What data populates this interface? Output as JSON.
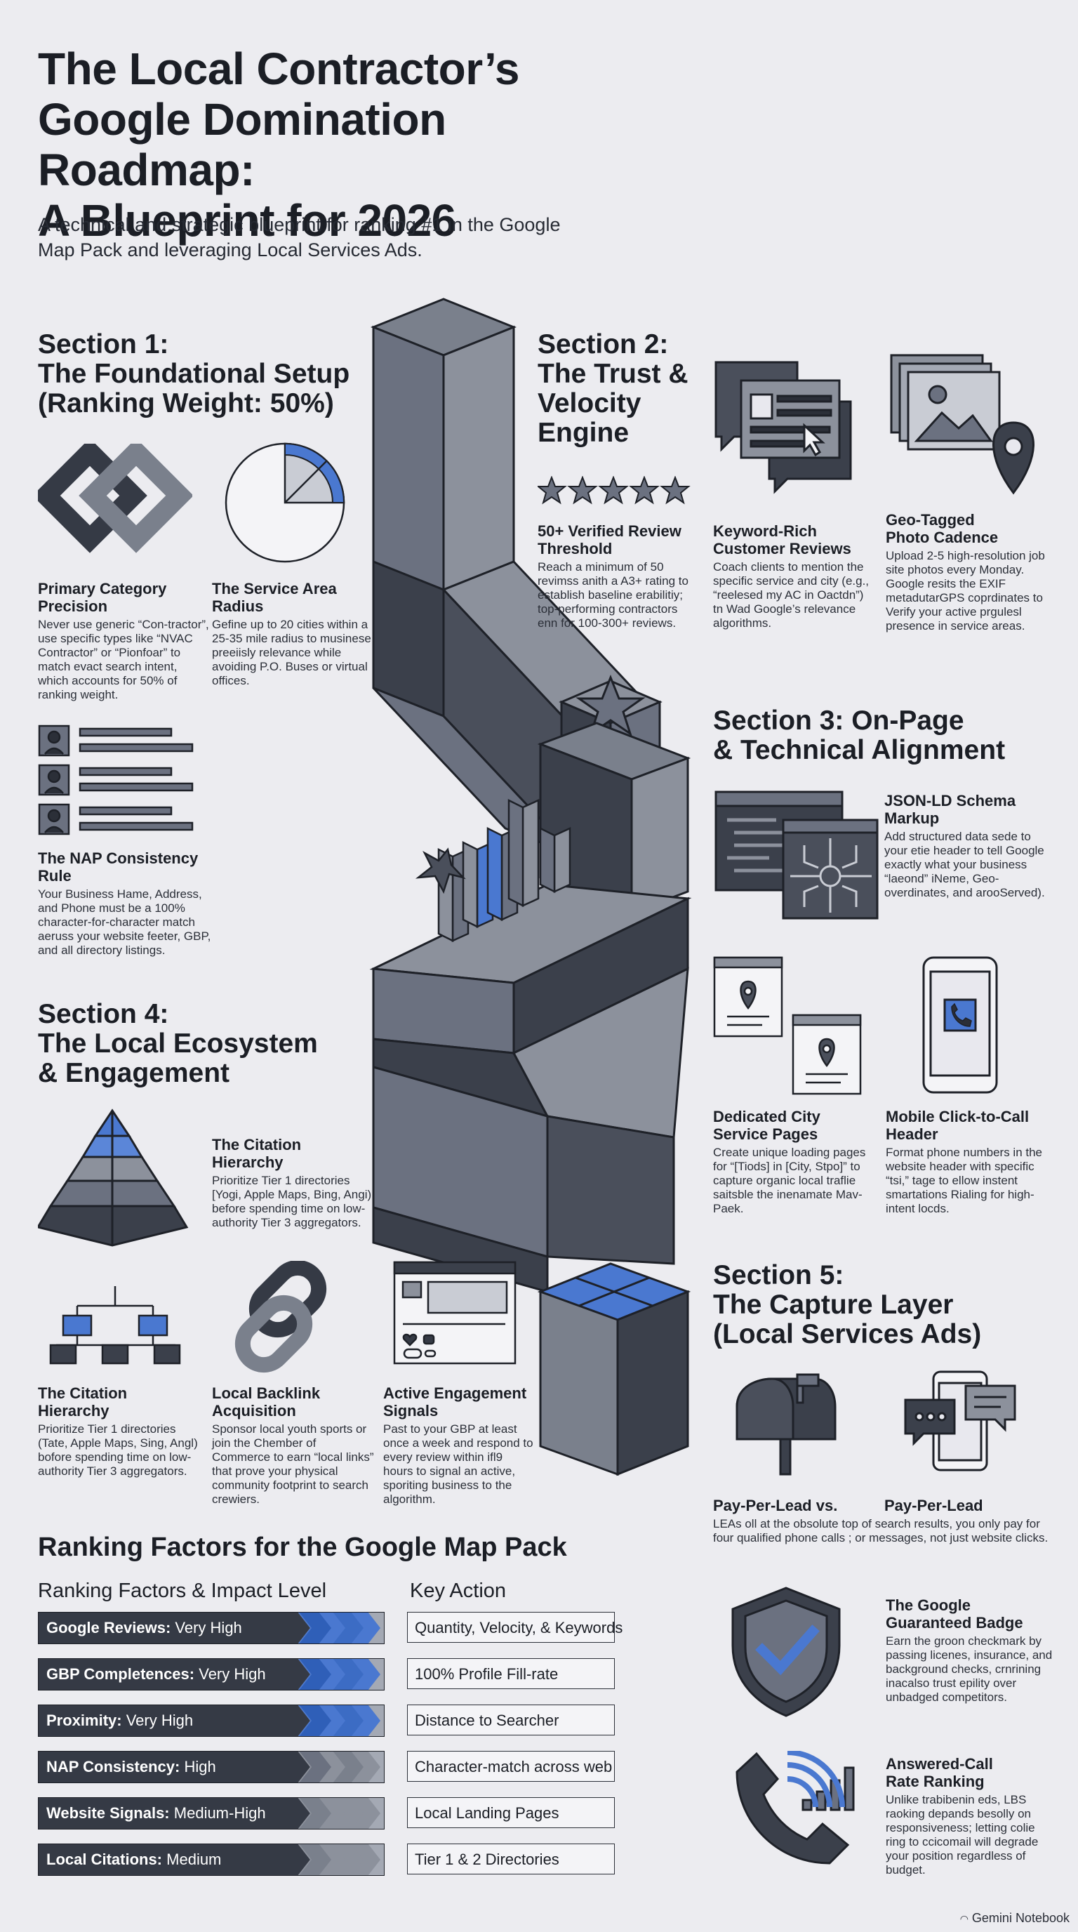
{
  "header": {
    "title_lines": [
      "The Local Contractor’s",
      "Google Domination Roadmap:",
      "A Blueprint for 2026"
    ],
    "subtitle": "A technical and strategic blueprint for ranking #1 in the Google Map Pack and leveraging Local Services Ads."
  },
  "section1": {
    "title_lines": [
      "Section 1:",
      "The Foundational Setup",
      "(Ranking Weight: 50%)"
    ],
    "items": [
      {
        "heading_lines": [
          "Primary Category",
          "Precision"
        ],
        "body": "Never use generic “Con-tractor”, use specific types like “NVAC Contractor” or “Pionfoar” to match evact search intent, which accounts for 50% of ranking weight."
      },
      {
        "heading_lines": [
          "The Service Area",
          "Radius"
        ],
        "body": "Gefine up to 20 cities within a 25-35 mile radius to musinese preeiisly relevance while avoiding P.O. Buses or virtual offices."
      },
      {
        "heading_lines": [
          "The NAP Consistency",
          "Rule"
        ],
        "body": "Your Business Hame, Address, and Phone must be a 100% character-for-character match aeruss your website feeter, GBP, and all directory listings."
      }
    ]
  },
  "section2": {
    "title_lines": [
      "Section 2:",
      "The Trust &",
      "Velocity",
      "Engine"
    ],
    "items": [
      {
        "heading_lines": [
          "50+ Verified Review",
          "Threshold"
        ],
        "body": "Reach a minimum of 50 revimss anith a A3+ rating to establish baseline erabilitiy; top-performing contractors enn for 100-300+ reviews."
      },
      {
        "heading_lines": [
          "Keyword-Rich",
          "Customer Reviews"
        ],
        "body": "Coach clients to mention the specific service and city (e.g., “reelesed my AC in Oactdn”) tn Wad Google’s relevance algorithms."
      },
      {
        "heading_lines": [
          "Geo-Tagged",
          "Photo Cadence"
        ],
        "body": "Upload 2-5 high-resolution job site photos every Monday. Google resits the EXIF metadutarGPS coprdinates to Verify your active prgulesl presence in service areas."
      }
    ]
  },
  "section3": {
    "title_lines": [
      "Section 3: On-Page",
      "& Technical Alignment"
    ],
    "items": [
      {
        "heading_lines": [
          "JSON-LD Schema",
          "Markup"
        ],
        "body": "Add structured data sede to your etie header to tell Google exactly what your business “laeond” iNeme, Geo-overdinates, and arooServed)."
      },
      {
        "heading_lines": [
          "Dedicated City",
          "Service Pages"
        ],
        "body": "Create unique loading pages for “[Tiods] in [City, Stpo]” to capture organic local traflie saitsble the inenamate Mav-Paek."
      },
      {
        "heading_lines": [
          "Mobile Click-to-Call",
          "Header"
        ],
        "body": "Format phone numbers in the website header with specific “tsi,” tage to ellow instent smartations Rialing for high-intent locds."
      }
    ]
  },
  "section4": {
    "title_lines": [
      "Section 4:",
      "The Local Ecosystem",
      "& Engagement"
    ],
    "items": [
      {
        "heading_lines": [
          "The Citation",
          "Hierarchy"
        ],
        "body": "Prioritize Tier 1 directories [Yogi, Apple Maps, Bing, Angi) before spending time on low-authority Tier 3 aggregators."
      },
      {
        "heading_lines": [
          "The Citation",
          "Hierarchy"
        ],
        "body": "Prioritize Tier 1 directories (Tate, Apple Maps, Sing, Angl) bofore spending time on low-authority Tier 3 aggregators."
      },
      {
        "heading_lines": [
          "Local Backlink",
          "Acquisition"
        ],
        "body": "Sponsor local youth sports or join the Chember of Commerce to earn “local links” that prove your physical community footprint to search crewiers."
      },
      {
        "heading_lines": [
          "Active Engagement",
          "Signals"
        ],
        "body": "Past to your GBP at least once a week and respond to every review within ifl9 hours to signal an active, sporiting business to the algorithm."
      }
    ]
  },
  "section5": {
    "title_lines": [
      "Section 5:",
      "The Capture Layer",
      "(Local Services Ads)"
    ],
    "ppl_left": "Pay-Per-Lead vs.",
    "ppl_right": "Pay-Per-Lead",
    "ppl_body": "LEAs oll at the obsolute top of search results, you only pay for four qualified phone calls ; or messages, not just website clicks.",
    "items": [
      {
        "heading_lines": [
          "The Google",
          "Guaranteed Badge"
        ],
        "body": "Earn the groon checkmark by passing licenes, insurance, and background checks, crnrining inacalso trust epility over unbadged competitors."
      },
      {
        "heading_lines": [
          "Answered-Call",
          "Rate Ranking"
        ],
        "body": "Unlike trabibenin eds, LBS raoking depands besolly on responsiveness; letting colie ring to ccicomail will degrade your position regardless of budget."
      }
    ]
  },
  "ranking_table": {
    "title": "Ranking Factors for the Google Map Pack",
    "col1": "Ranking Factors & Impact Level",
    "col2": "Key Action",
    "rows": [
      {
        "factor": "Google Reviews:",
        "level": "Very High",
        "action": "Quantity, Velocity, & Keywords",
        "impact": 3
      },
      {
        "factor": "GBP Completences:",
        "level": "Very High",
        "action": "100% Profile Fill-rate",
        "impact": 3
      },
      {
        "factor": "Proximity:",
        "level": "Very High",
        "action": "Distance to Searcher",
        "impact": 3
      },
      {
        "factor": "NAP Consistency:",
        "level": "High",
        "action": "Character-match across web",
        "impact": 2
      },
      {
        "factor": "Website Signals:",
        "level": "Medium-High",
        "action": "Local Landing Pages",
        "impact": 1
      },
      {
        "factor": "Local Citations:",
        "level": "Medium",
        "action": "Tier 1 & 2 Directories",
        "impact": 1
      }
    ]
  },
  "footer": {
    "brand": "Gemini Notebook"
  },
  "colors": {
    "accent": "#4a78d0",
    "dark": "#353a45",
    "mid": "#6b7180",
    "light": "#a4a9b4",
    "background": "#ececf0"
  }
}
